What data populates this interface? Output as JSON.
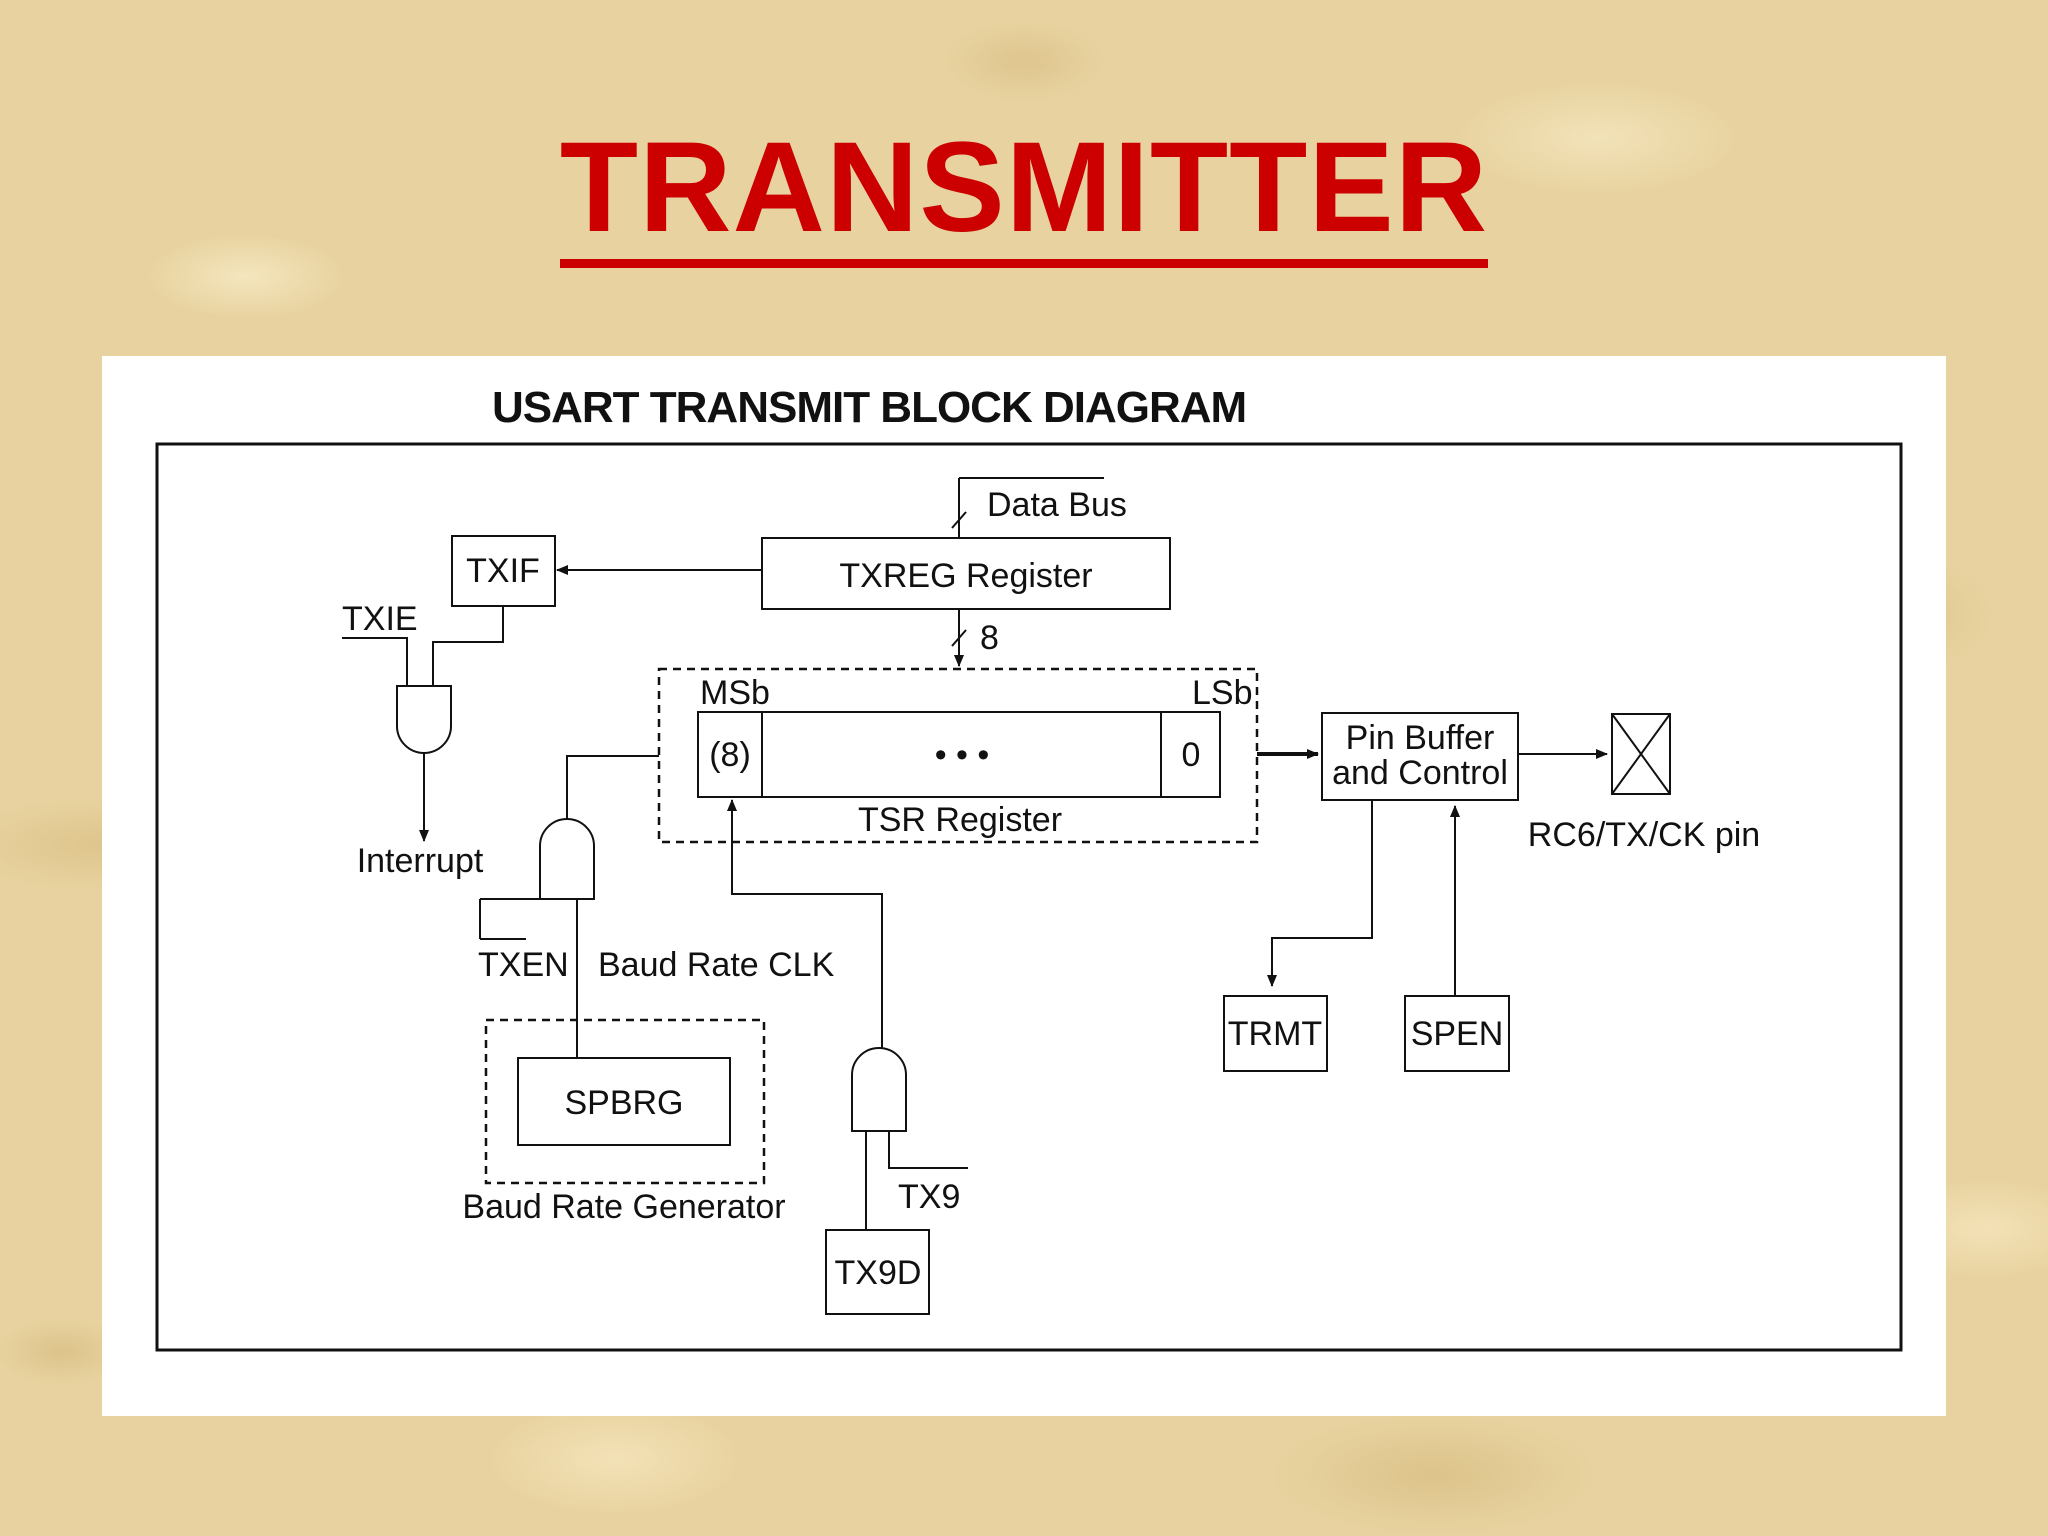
{
  "slide": {
    "title": "TRANSMITTER"
  },
  "diagram": {
    "heading": "USART TRANSMIT BLOCK DIAGRAM",
    "labels": {
      "data_bus": "Data Bus",
      "txreg": "TXREG Register",
      "txif": "TXIF",
      "txie": "TXIE",
      "bus_width": "8",
      "msb": "MSb",
      "lsb": "LSb",
      "tsr_msb_bit": "(8)",
      "tsr_dots": "• • •",
      "tsr_lsb_bit": "0",
      "tsr": "TSR Register",
      "interrupt": "Interrupt",
      "txen": "TXEN",
      "baud_rate_clk": "Baud Rate CLK",
      "spbrg": "SPBRG",
      "baud_rate_generator": "Baud Rate Generator",
      "tx9": "TX9",
      "tx9d": "TX9D",
      "pin_buffer_line1": "Pin Buffer",
      "pin_buffer_line2": "and Control",
      "pin": "RC6/TX/CK pin",
      "trmt": "TRMT",
      "spen": "SPEN"
    }
  }
}
